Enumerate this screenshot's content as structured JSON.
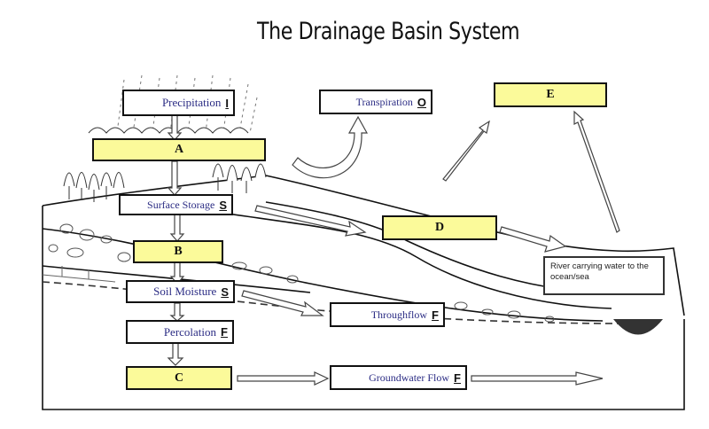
{
  "title": "The Drainage Basin System",
  "labeled_boxes": {
    "precipitation": {
      "label": "Precipitation",
      "tag": "I"
    },
    "transpiration": {
      "label": "Transpiration",
      "tag": "O"
    },
    "surface_storage": {
      "label": "Surface Storage",
      "tag": "S"
    },
    "soil_moisture": {
      "label": "Soil Moisture",
      "tag": "S"
    },
    "percolation": {
      "label": "Percolation",
      "tag": "F"
    },
    "throughflow": {
      "label": "Throughflow",
      "tag": "F"
    },
    "groundwater_flow": {
      "label": "Groundwater Flow",
      "tag": "F"
    }
  },
  "blank_boxes": {
    "a": "A",
    "b": "B",
    "c": "C",
    "d": "D",
    "e": "E"
  },
  "note": "River carrying water to the ocean/sea",
  "colors": {
    "blank_fill": "#fbfa9a",
    "label_text": "#2b2c84",
    "outline": "#111111"
  }
}
